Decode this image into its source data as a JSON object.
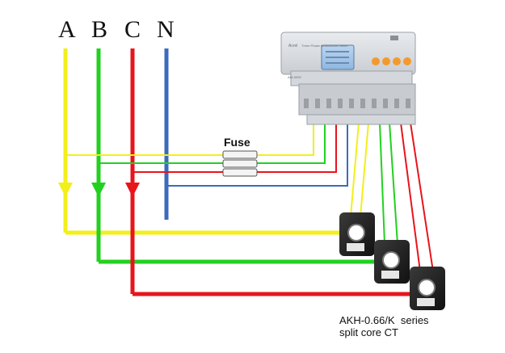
{
  "phases": {
    "a": {
      "label": "A",
      "color": "#f2ef1c"
    },
    "b": {
      "label": "B",
      "color": "#22d11f"
    },
    "c": {
      "label": "C",
      "color": "#e8141c"
    },
    "n": {
      "label": "N",
      "color": "#3c6bbd"
    }
  },
  "fuse": {
    "label": "Fuse"
  },
  "ct": {
    "caption_line1": "AKH-0.66/K  series",
    "caption_line2": "split core CT"
  },
  "meter": {
    "brand": "Acrel",
    "title": "Three Phase Multifunction Meter",
    "model": "ADL3000"
  }
}
